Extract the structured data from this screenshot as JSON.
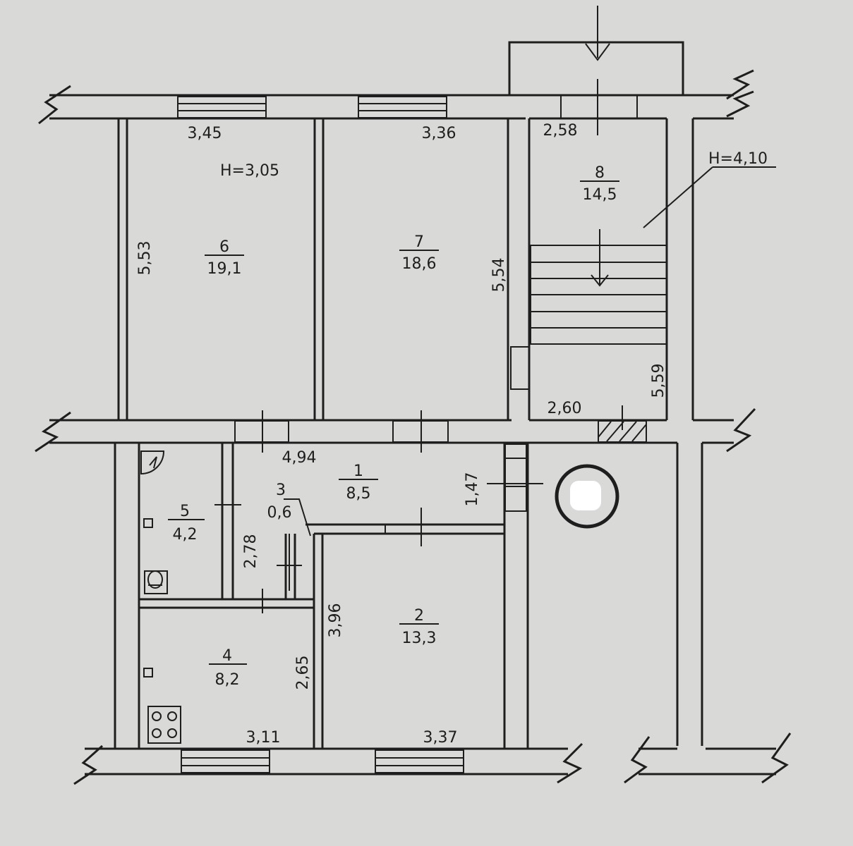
{
  "ceiling_heights": {
    "main": "H=3,05",
    "stairwell": "H=4,10"
  },
  "rooms": [
    {
      "number": "1",
      "area": "8,5"
    },
    {
      "number": "2",
      "area": "13,3"
    },
    {
      "number": "3",
      "area": "0,6"
    },
    {
      "number": "4",
      "area": "8,2"
    },
    {
      "number": "5",
      "area": "4,2"
    },
    {
      "number": "6",
      "area": "19,1"
    },
    {
      "number": "7",
      "area": "18,6"
    },
    {
      "number": "8",
      "area": "14,5"
    }
  ],
  "dimensions": {
    "room6_width": "3,45",
    "room6_length": "5,53",
    "room7_width": "3,36",
    "room7_length": "5,54",
    "room8_width_top": "2,58",
    "room8_width_bottom": "2,60",
    "room8_length": "5,59",
    "room1_length": "4,94",
    "room1_width": "1,47",
    "room3_length": "2,78",
    "room2_length": "3,96",
    "room2_width": "3,37",
    "room4_length": "2,65",
    "room4_width": "3,11"
  }
}
